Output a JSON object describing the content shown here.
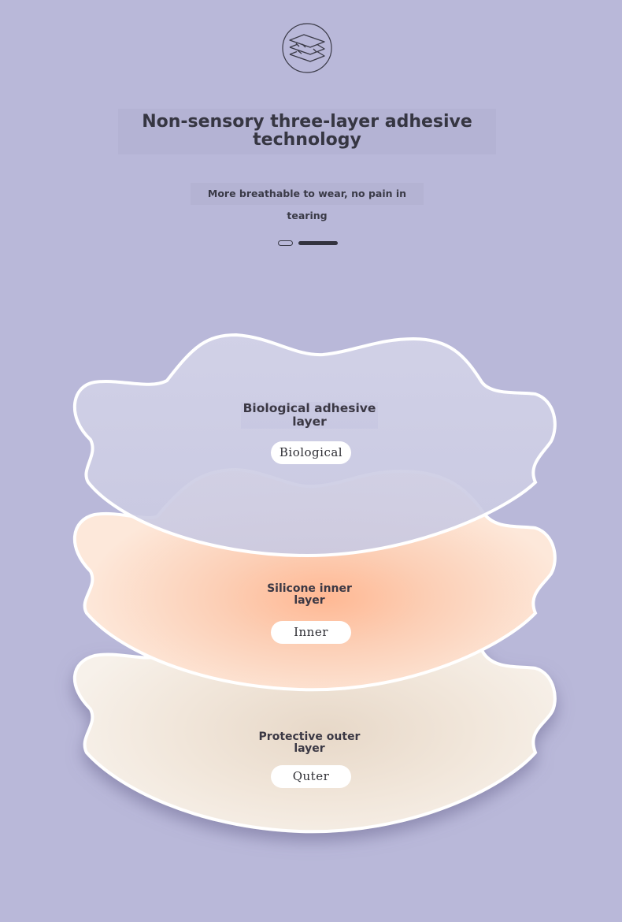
{
  "header": {
    "icon": "layers-icon",
    "title": "Non-sensory three-layer adhesive technology",
    "subtitle": "More breathable to wear, no pain in tearing"
  },
  "pager": {
    "active_index": 1,
    "count": 2
  },
  "layers": [
    {
      "title": "Biological adhesive layer",
      "tag": "Biological",
      "color": "#cfcfe6"
    },
    {
      "title": "Silicone inner layer",
      "tag": "Inner",
      "color": "#fbd2bb"
    },
    {
      "title": "Protective outer layer",
      "tag": "Quter",
      "color": "#f3e7da"
    }
  ],
  "colors": {
    "background": "#b9b8d9",
    "text": "#33333d",
    "outline": "#ffffff"
  }
}
